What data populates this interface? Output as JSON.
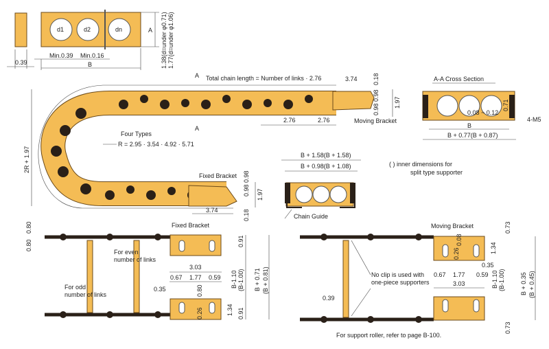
{
  "colors": {
    "body": "#F4BC55",
    "dark": "#2a2018",
    "line": "#444444"
  },
  "top_left": {
    "thickness": "0.39",
    "holes": [
      "d1",
      "d2",
      "dn"
    ],
    "min_gap_1": "Min.0.39",
    "min_gap_2": "Min.0.16",
    "width_label": "B",
    "height_label": "A",
    "height_note_1": "1.38(d=under φ0.71)",
    "height_note_2": "1.77(d=under φ1.06)"
  },
  "side_view": {
    "section_mark": "A",
    "total_length": "Total chain length = Number of links · 2.76",
    "bracket_len_top": "3.74",
    "offset_top": "0.18",
    "half_top": "0.98 0.98",
    "height_top": "1.97",
    "pitch_1": "2.76",
    "pitch_2": "2.76",
    "moving_bracket": "Moving Bracket",
    "four_types": "Four Types",
    "radius": "R = 2.95 · 3.54 · 4.92 · 5.71",
    "height_total": "2R + 1.97",
    "fixed_bracket": "Fixed Bracket",
    "half_bottom": "0.98 0.98",
    "height_bottom": "1.97",
    "offset_bottom": "0.18",
    "bracket_len_bottom": "3.74"
  },
  "cross_section": {
    "title": "A-A Cross Section",
    "clearance": "0.08 ~ 0.12",
    "height": "0.71",
    "screws": "4-M5",
    "inner": "B",
    "outer": "B + 0.77(B + 0.87)"
  },
  "guide": {
    "outer": "B + 1.58(B + 1.58)",
    "inner": "B + 0.98(B + 1.08)",
    "label": "Chain Guide",
    "note_1": "(       ) inner dimensions for",
    "note_2": "split type supporter"
  },
  "fixed_plan": {
    "title": "Fixed Bracket",
    "t1": "0.80",
    "t2": "0.80",
    "even": [
      "For even",
      "number of links"
    ],
    "odd": [
      "For odd",
      "number of links"
    ],
    "len": "3.03",
    "a": "0.67",
    "b": "1.77",
    "c": "0.59",
    "slot_w": "0.35",
    "slot_h": "0.80",
    "slot_off": "0.26",
    "h1": "1.34",
    "e1": "0.91",
    "e2": "0.91",
    "inner": [
      "B-1.10",
      "(B-1.00)"
    ],
    "outer": [
      "B + 0.71",
      "(B + 0.81)"
    ]
  },
  "moving_plan": {
    "title": "Moving Bracket",
    "top": "0.73",
    "bottom": "0.73",
    "slot_off_1": "0.08",
    "slot_off_2": "0.26",
    "h1": "1.34",
    "slot_w": "0.35",
    "a": "0.67",
    "b": "1.77",
    "c": "0.59",
    "len": "3.03",
    "inner": [
      "B-1.10",
      "(B-1.00)"
    ],
    "outer": [
      "B + 0.35",
      "(B + 0.45)"
    ],
    "bar": "0.39",
    "no_clip": [
      "No clip is used with",
      "one-piece supporters"
    ]
  },
  "footer": "For support roller, refer to page B-100."
}
